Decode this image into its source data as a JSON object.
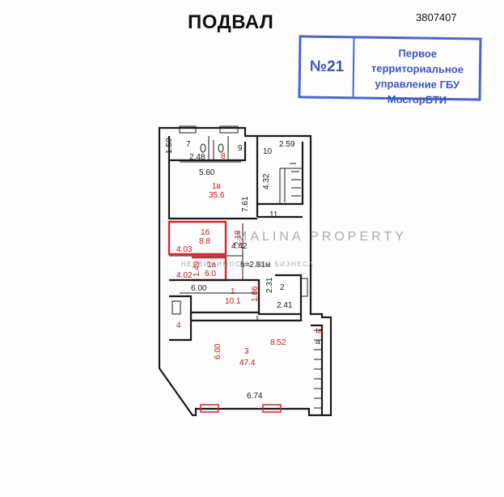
{
  "header": {
    "title": "ПОДВАЛ",
    "doc_number": "3807407"
  },
  "stamp": {
    "number": "№21",
    "text": "Первое территориальное управление ГБУ МосгорБТИ",
    "color": "#3a55c0"
  },
  "watermark": {
    "brand": "MALINA PROPERTY",
    "tagline": "НЕДВИЖИМОСТЬ ДЛЯ БИЗНЕСА"
  },
  "plan": {
    "rooms": [
      {
        "num": "7",
        "area": ""
      },
      {
        "num": "8",
        "area": ""
      },
      {
        "num": "9",
        "area": ""
      },
      {
        "num": "10",
        "area": ""
      },
      {
        "num": "11",
        "area": ""
      },
      {
        "num": "1в",
        "area": "35.6"
      },
      {
        "num": "1б",
        "area": "8.8"
      },
      {
        "num": "1а",
        "area": "6.0"
      },
      {
        "num": "1",
        "area": "10.1"
      },
      {
        "num": "2",
        "area": ""
      },
      {
        "num": "3",
        "area": "47.4"
      },
      {
        "num": "4",
        "area": ""
      },
      {
        "num": "Iа",
        "area": ""
      },
      {
        "num": "а",
        "area": ""
      }
    ],
    "dimensions": [
      "1.50",
      "2.48",
      "5.60",
      "2.59",
      "4.32",
      "7.61",
      "4.42",
      "4.03",
      "2.18",
      "4.02",
      "1.49",
      "6.00",
      "1.86",
      "2.31",
      "2.41",
      "6.00",
      "8.52",
      "6.74"
    ],
    "height_note": "h=2.81м"
  }
}
